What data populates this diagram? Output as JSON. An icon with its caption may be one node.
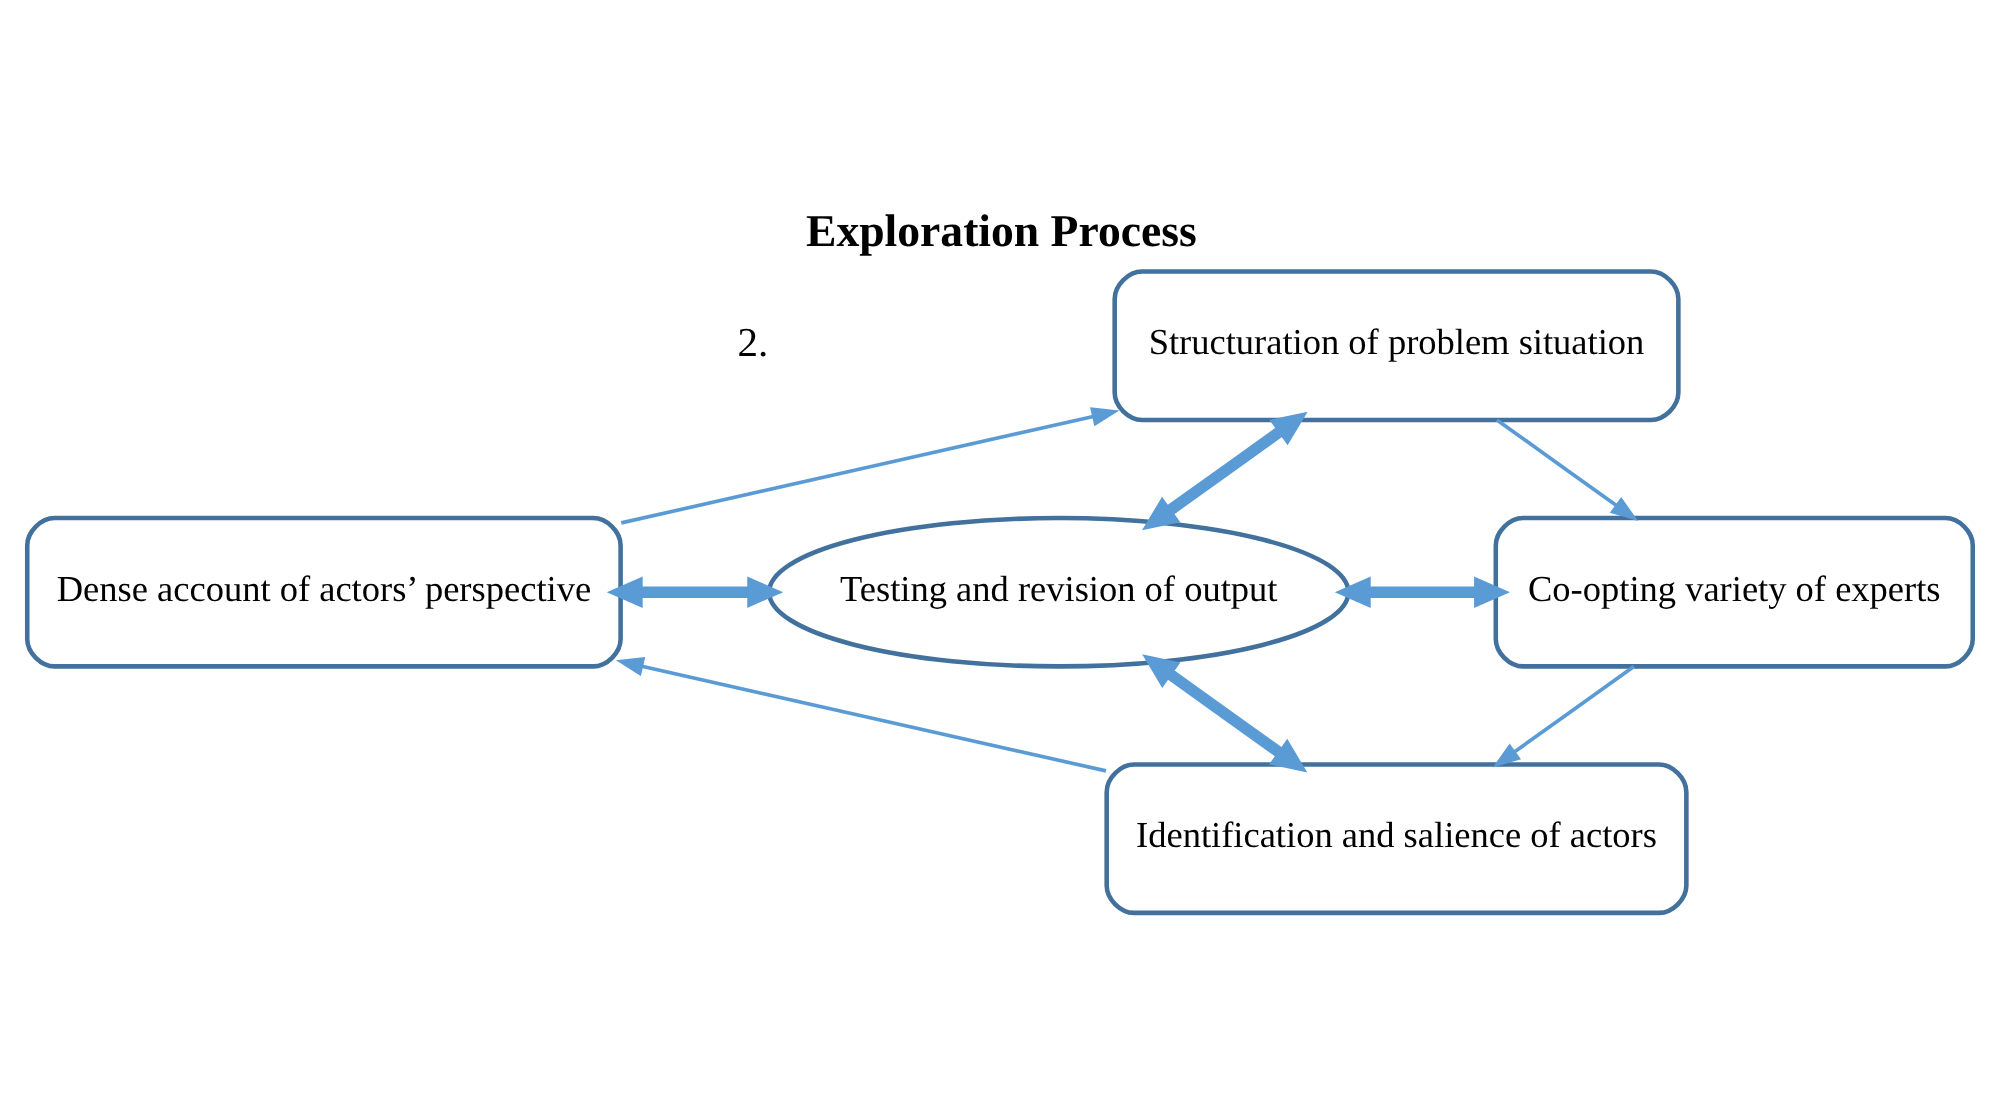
{
  "diagram": {
    "title": "Exploration Process",
    "nodes": [
      {
        "text": [
          "Structuration of problem situation"
        ]
      },
      {
        "text": [
          "Dense account of actors’ perspective"
        ]
      },
      {
        "text": [
          "Testing and revision of output"
        ]
      },
      {
        "text": [
          "Co-opting variety of experts"
        ]
      },
      {
        "text": [
          "Identification and salience of actors"
        ]
      }
    ],
    "edges": [
      {
        "from": 1,
        "to": 0,
        "arrow": "to"
      },
      {
        "from": 0,
        "to": 3,
        "arrow": "to"
      },
      {
        "from": 3,
        "to": 4,
        "arrow": "to"
      },
      {
        "from": 4,
        "to": 1,
        "arrow": "to"
      },
      {
        "from": 0,
        "to": 2,
        "arrow": "both",
        "style": "thick"
      },
      {
        "from": 1,
        "to": 2,
        "arrow": "both",
        "style": "thick"
      },
      {
        "from": 2,
        "to": 3,
        "arrow": "both",
        "style": "thick"
      },
      {
        "from": 2,
        "to": 4,
        "arrow": "both",
        "style": "thick"
      }
    ],
    "labels": [
      "2."
    ]
  }
}
